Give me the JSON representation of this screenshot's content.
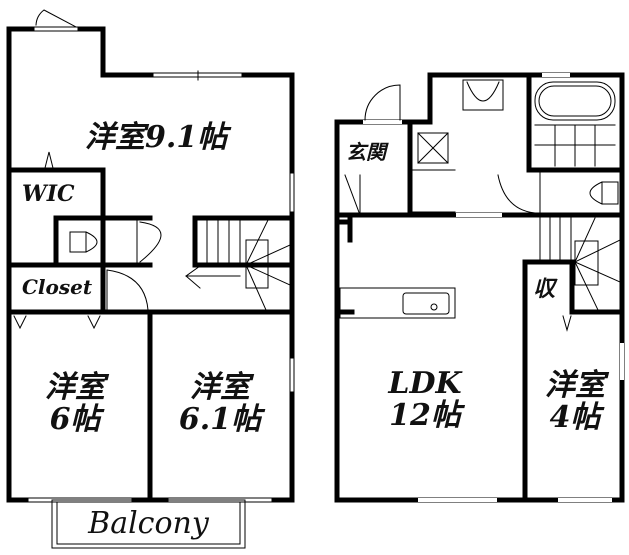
{
  "floor_plan": {
    "upper_floor": {
      "rooms": [
        {
          "name": "洋室9.1帖"
        },
        {
          "name": "WIC"
        },
        {
          "name": "Closet"
        },
        {
          "name_line1": "洋室",
          "name_line2": "6帖"
        },
        {
          "name_line1": "洋室",
          "name_line2": "6.1帖"
        },
        {
          "name": "Balcony"
        }
      ]
    },
    "lower_floor": {
      "rooms": [
        {
          "name": "玄関"
        },
        {
          "name_line1": "LDK",
          "name_line2": "12帖"
        },
        {
          "name": "収"
        },
        {
          "name_line1": "洋室",
          "name_line2": "4帖"
        }
      ]
    }
  }
}
